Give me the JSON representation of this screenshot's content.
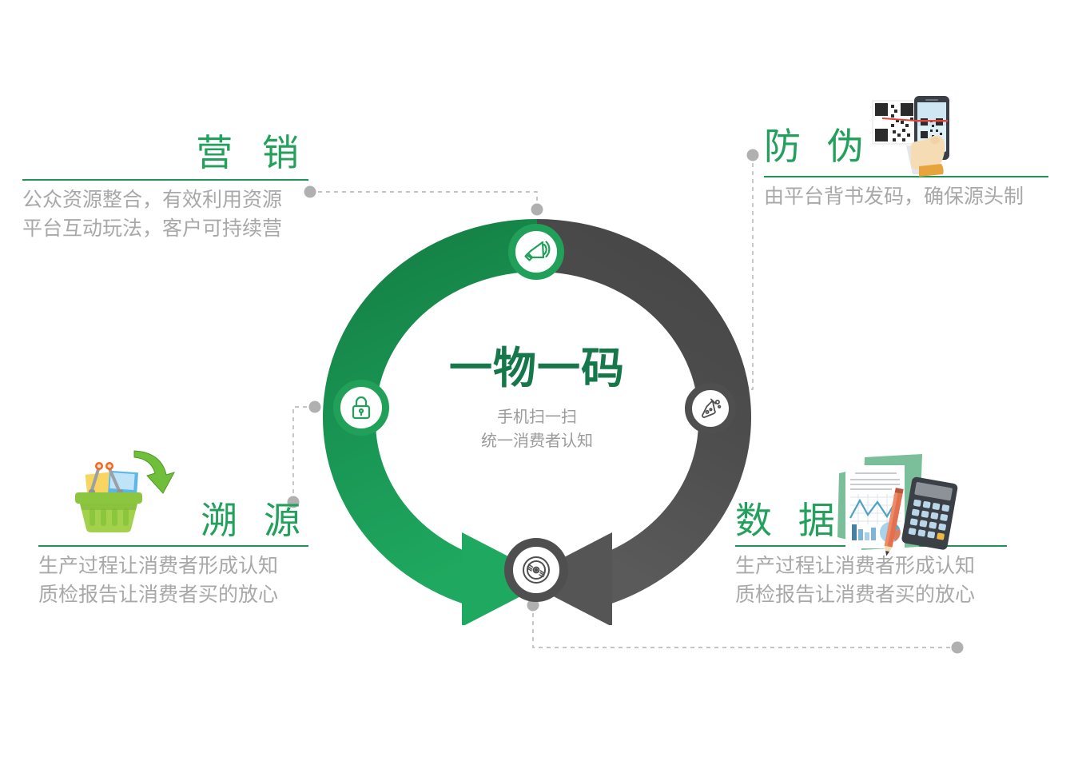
{
  "centre": {
    "title": "一物一码",
    "subtitle_line1": "手机扫一扫",
    "subtitle_line2": "统一消费者认知"
  },
  "blocks": [
    {
      "key": "marketing",
      "title": "营 销",
      "desc_line1": "公众资源整合，有效利用资源",
      "desc_line2": "平台互动玩法，客户可持续营"
    },
    {
      "key": "antifake",
      "title": "防 伪",
      "desc_line1": "由平台背书发码，确保源头制",
      "desc_line2": ""
    },
    {
      "key": "trace",
      "title": "溯 源",
      "desc_line1": "生产过程让消费者形成认知",
      "desc_line2": "质检报告让消费者买的放心"
    },
    {
      "key": "data",
      "title": "数 据",
      "desc_line1": "生产过程让消费者形成认知",
      "desc_line2": "质检报告让消费者买的放心"
    }
  ],
  "nodes": [
    {
      "key": "megaphone",
      "icon": "megaphone-icon",
      "color": "#21a05a"
    },
    {
      "key": "lock",
      "icon": "lock-icon",
      "color": "#21a05a"
    },
    {
      "key": "flask",
      "icon": "flask-icon",
      "color": "#4f4f4f"
    },
    {
      "key": "disc",
      "icon": "disc-icon",
      "color": "#4f4f4f"
    }
  ],
  "illustrations": [
    {
      "key": "qr",
      "icon": "qr-scan-phone-illustration"
    },
    {
      "key": "basket",
      "icon": "shopping-basket-illustration"
    },
    {
      "key": "data",
      "icon": "chart-calculator-illustration"
    }
  ],
  "colors": {
    "green_dark": "#168545",
    "green_mid": "#1d9a56",
    "green_bright": "#1ba15c",
    "green_title": "#22a05c",
    "green_centre": "#15774a",
    "gray_arc": "#4a4a4a",
    "gray_text": "#a8a8a8",
    "gray_sub": "#9b9b9b",
    "connector": "#b0b0b0"
  }
}
